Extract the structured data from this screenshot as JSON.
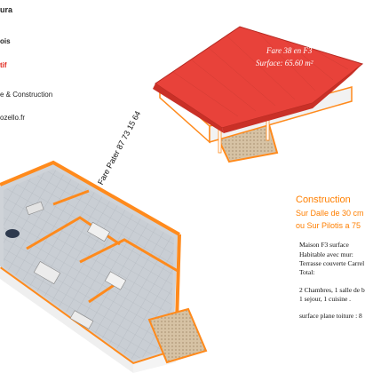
{
  "brand": {
    "name_fragment": "ura",
    "subtitle_fragment": "ois",
    "tagline_fragment": "tif",
    "service_fragment": "e & Construction",
    "email_fragment": "ozello.fr"
  },
  "house_top": {
    "title": "Fare 38 en F3",
    "surface": "Surface: 65.60 m²"
  },
  "house_plan": {
    "rotated_label": "Fare Pater   87 73 15 64"
  },
  "construction": {
    "heading": "Construction",
    "option1": "Sur Dalle de 30 cm",
    "option2": "ou Sur Pilotis a 75"
  },
  "specs": {
    "line1": "Maison F3 surface",
    "line2": "Habitable avec mur:",
    "line3": "Terrasse couverte Carrel",
    "line4": "Total:",
    "line5": "2 Chambres, 1 salle de b",
    "line6": "1 sejour, 1 cuisine .",
    "line7": "surface plane toiture :   8"
  },
  "colors": {
    "roof": "#e8423a",
    "wall_trim": "#ff8a1c",
    "wall": "#f4f4f4",
    "terrace": "#d9c3a7",
    "floor": "#cfd3d8"
  }
}
